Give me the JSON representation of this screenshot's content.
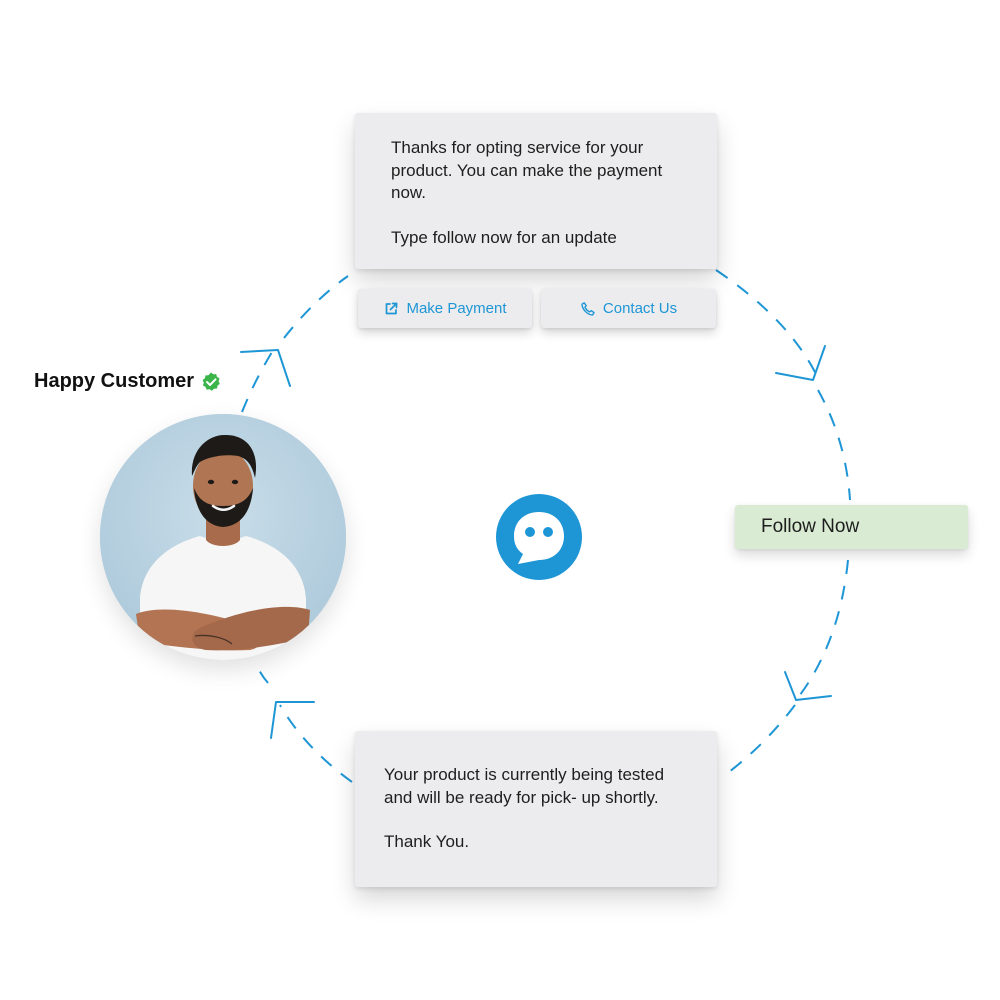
{
  "customer": {
    "label": "Happy Customer",
    "verified_icon": "check-badge-icon",
    "avatar_icon": "customer-photo"
  },
  "center_logo": {
    "icon": "chat-bubble-face-icon",
    "color": "#1e96d6"
  },
  "messages": {
    "payment": {
      "line1": "Thanks for opting service for your",
      "line2": "product. You can make the payment",
      "line3": "now.",
      "line4": "Type follow now for an update"
    },
    "status": {
      "line1": "Your product is currently being tested",
      "line2": "and will be ready for pick- up shortly.",
      "line3": "Thank You."
    }
  },
  "actions": {
    "make_payment": {
      "label": "Make Payment",
      "icon": "external-link-icon"
    },
    "contact_us": {
      "label": "Contact Us",
      "icon": "phone-icon"
    }
  },
  "follow_now": {
    "label": "Follow Now",
    "background": "#d9ebd2"
  },
  "colors": {
    "accent": "#1e96d6",
    "card_bg": "#ececee",
    "verified": "#3bb54a"
  }
}
